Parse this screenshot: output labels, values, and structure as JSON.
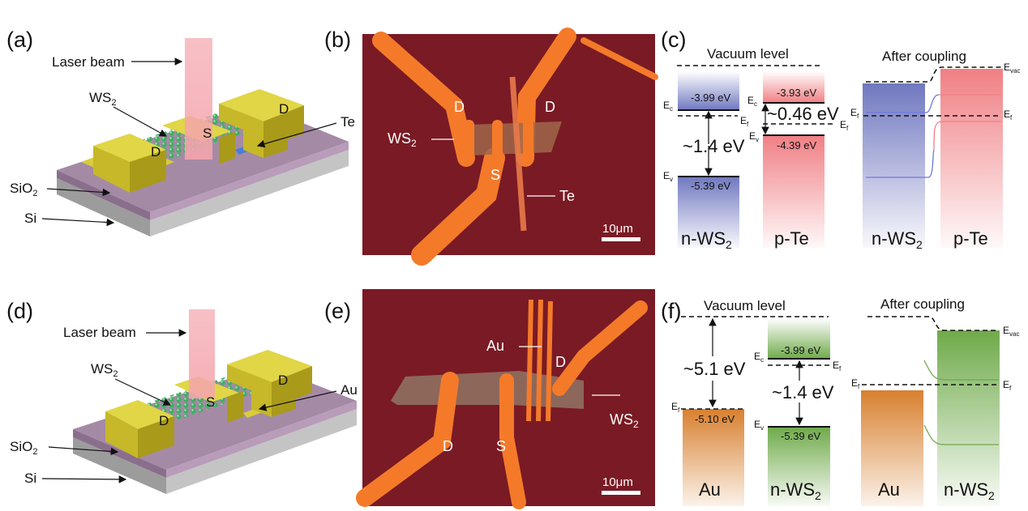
{
  "panels": {
    "a": "(a)",
    "b": "(b)",
    "c": "(c)",
    "d": "(d)",
    "e": "(e)",
    "f": "(f)"
  },
  "a": {
    "laser": "Laser beam",
    "ws2": "WS",
    "ws2_sub": "2",
    "te": "Te",
    "sio2": "SiO",
    "sio2_sub": "2",
    "si": "Si",
    "d1": "D",
    "d2": "D",
    "s": "S"
  },
  "b": {
    "d1": "D",
    "d2": "D",
    "s": "S",
    "ws2": "WS",
    "ws2_sub": "2",
    "te": "Te",
    "scale": "10μm"
  },
  "c": {
    "vacuum": "Vacuum level",
    "after": "After coupling",
    "ws2_ec": "-3.99 eV",
    "ws2_ev": "-5.39 eV",
    "te_ec": "-3.93 eV",
    "te_ev": "-4.39 eV",
    "gap_ws2": "~1.4 eV",
    "gap_te": "~0.46 eV",
    "mat1": "n-WS",
    "mat1_sub": "2",
    "mat2": "p-Te",
    "mat3": "n-WS",
    "mat3_sub": "2",
    "mat4": "p-Te",
    "E": "E",
    "sub_c": "c",
    "sub_f": "f",
    "sub_v": "v",
    "sub_vac": "vac"
  },
  "d": {
    "laser": "Laser beam",
    "ws2": "WS",
    "ws2_sub": "2",
    "au": "Au",
    "sio2": "SiO",
    "sio2_sub": "2",
    "si": "Si",
    "d1": "D",
    "d2": "D",
    "s": "S"
  },
  "e": {
    "au": "Au",
    "d1": "D",
    "d2": "D",
    "s": "S",
    "ws2": "WS",
    "ws2_sub": "2",
    "scale": "10μm"
  },
  "f": {
    "vacuum": "Vacuum level",
    "after": "After coupling",
    "au_ef": "-5.10 eV",
    "ws2_ec": "-3.99 eV",
    "ws2_ev": "-5.39 eV",
    "wf_au": "~5.1 eV",
    "gap_ws2": "~1.4 eV",
    "mat1": "Au",
    "mat2": "n-WS",
    "mat2_sub": "2",
    "mat3": "Au",
    "mat4": "n-WS",
    "mat4_sub": "2",
    "E": "E",
    "sub_c": "c",
    "sub_f": "f",
    "sub_v": "v",
    "sub_vac": "vac"
  },
  "colors": {
    "ws2_blue": "#7078c0",
    "te_red": "#f07f84",
    "au_orange": "#d8802f",
    "ws2_green": "#6faa4a",
    "micro_bg": "#7a1a24",
    "electrode": "#f47a2a",
    "gold": "#c8b82a",
    "sio2": "#a58aa6",
    "si": "#b5b5b5"
  }
}
